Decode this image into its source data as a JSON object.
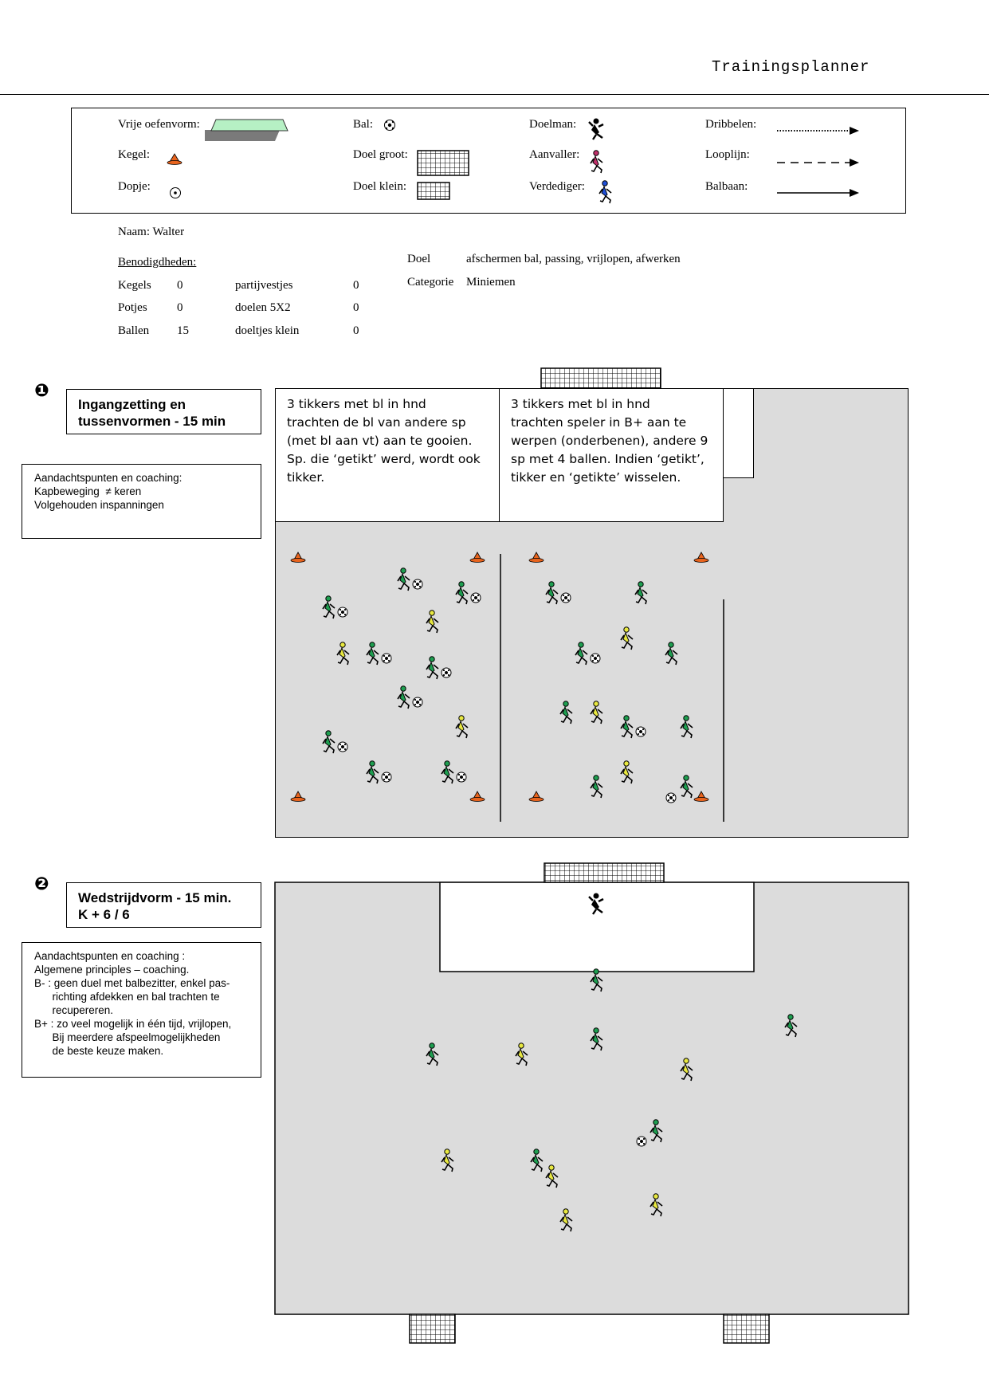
{
  "header": {
    "title": "Trainingsplanner"
  },
  "legend": {
    "vrije_oefenvorm": "Vrije oefenvorm:",
    "kegel": "Kegel:",
    "dopje": "Dopje:",
    "bal": "Bal:",
    "doel_groot": "Doel groot:",
    "doel_klein": "Doel klein:",
    "doelman": "Doelman:",
    "aanvaller": "Aanvaller:",
    "verdediger": "Verdediger:",
    "dribbelen": "Dribbelen:",
    "looplijn": "Looplijn:",
    "balbaan": "Balbaan:"
  },
  "info": {
    "naam": "Naam: Walter",
    "benodigdheden": "Benodigdheden:",
    "items": [
      {
        "label": "Kegels",
        "value": "0",
        "label2": "partijvestjes",
        "value2": "0"
      },
      {
        "label": "Potjes",
        "value": "0",
        "label2": "doelen 5X2",
        "value2": "0"
      },
      {
        "label": "Ballen",
        "value": "15",
        "label2": "doeltjes klein",
        "value2": "0"
      }
    ],
    "doel_label": "Doel",
    "doel_value": "afschermen bal, passing, vrijlopen, afwerken",
    "categorie_label": "Categorie",
    "categorie_value": "Miniemen"
  },
  "section1": {
    "number": "❶",
    "title_line1": "Ingangzetting en",
    "title_line2": "tussenvormen - 15 min",
    "notes": [
      "Aandachtspunten en coaching:",
      "Kapbeweging  ≠ keren",
      "Volgehouden inspanningen"
    ],
    "task_left": [
      "3 tikkers met bl in hnd",
      "trachten de bl van andere sp",
      "(met bl aan vt) aan te gooien.",
      "Sp. die ‘getikt’ werd, wordt ook",
      "tikker."
    ],
    "task_right": [
      "3 tikkers met bl in hnd",
      "trachten speler in B+ aan te",
      "werpen (onderbenen), andere 9",
      "sp met 4 ballen.  Indien ‘getikt’,",
      "tikker en ‘getikte’ wisselen."
    ]
  },
  "section2": {
    "number": "❷",
    "title_line1": "Wedstrijdvorm - 15 min.",
    "title_line2": "K + 6 / 6",
    "notes": [
      "Aandachtspunten en coaching :",
      "Algemene principles – coaching.",
      "B- : geen duel met balbezitter, enkel pas-",
      "      richting afdekken en bal trachten te",
      "      recupereren.",
      "B+ : zo veel mogelijk in één tijd, vrijlopen,",
      "      Bij meerdere afspeelmogelijkheden",
      "      de beste keuze maken."
    ]
  },
  "colors": {
    "attacker": "#1e9e50",
    "defender": "#e8e840",
    "cone": "#e8641e",
    "field": "#dcdcdc"
  }
}
